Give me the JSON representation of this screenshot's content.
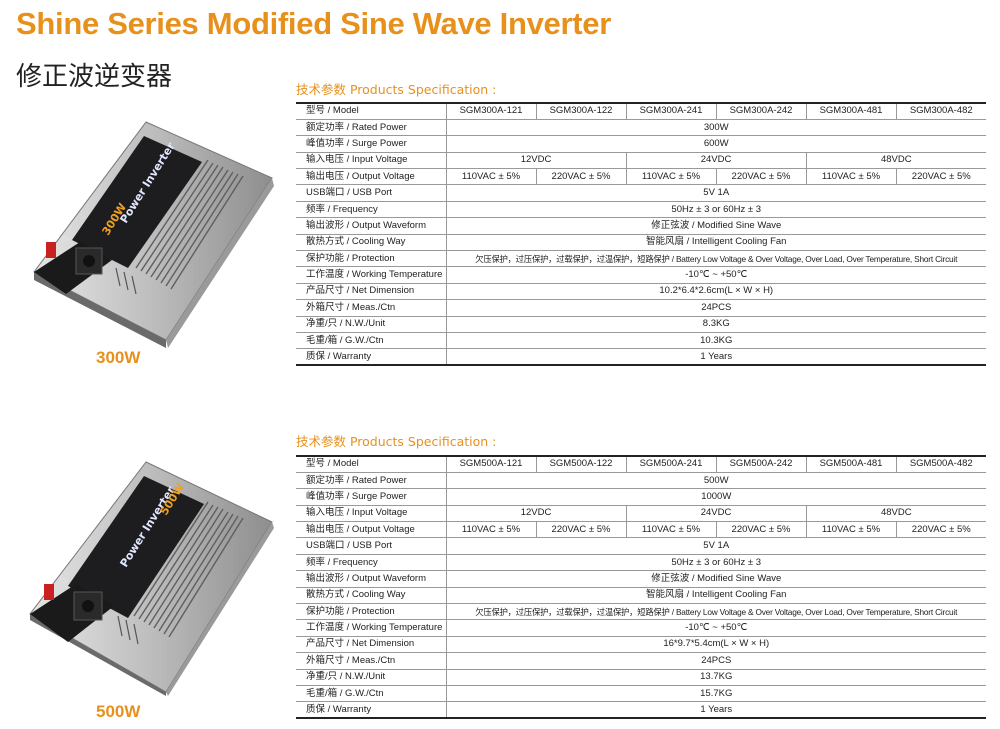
{
  "title": {
    "en": "Shine Series Modified Sine Wave Inverter",
    "cn": "修正波逆变器"
  },
  "colors": {
    "accent": "#e8901c",
    "text": "#222222",
    "rule": "#999999"
  },
  "products": [
    {
      "label": "300W",
      "image": {
        "panel_text": "Power Inverter",
        "rating_text": "300W"
      },
      "section_label": "技术参数 Products Specification :",
      "spec": {
        "model_label": "型号 / Model",
        "models": [
          "SGM300A-121",
          "SGM300A-122",
          "SGM300A-241",
          "SGM300A-242",
          "SGM300A-481",
          "SGM300A-482"
        ],
        "rated_power": {
          "label": "额定功率 / Rated Power",
          "value": "300W"
        },
        "surge_power": {
          "label": "峰值功率 / Surge Power",
          "value": "600W"
        },
        "input_voltage": {
          "label": "输入电压 / Input Voltage",
          "values": [
            "12VDC",
            "24VDC",
            "48VDC"
          ]
        },
        "output_voltage": {
          "label": "输出电压 / Output Voltage",
          "values": [
            "110VAC ± 5%",
            "220VAC ± 5%",
            "110VAC ± 5%",
            "220VAC ± 5%",
            "110VAC ± 5%",
            "220VAC ± 5%"
          ]
        },
        "usb_port": {
          "label": "USB端口 / USB Port",
          "value": "5V 1A"
        },
        "frequency": {
          "label": "频率 / Frequency",
          "value": "50Hz ± 3 or 60Hz ± 3"
        },
        "output_waveform": {
          "label": "输出波形 / Output Waveform",
          "value": "修正弦波 / Modified Sine Wave"
        },
        "cooling_way": {
          "label": "散热方式 / Cooling Way",
          "value": "智能风扇 / Intelligent Cooling Fan"
        },
        "protection": {
          "label": "保护功能 / Protection",
          "value": "欠压保护，过压保护，过载保护，过温保护，短路保护 / Battery Low Voltage & Over Voltage, Over Load, Over Temperature, Short Circuit"
        },
        "working_temperature": {
          "label": "工作温度 / Working Temperature",
          "value": "-10℃ ~ +50℃"
        },
        "dimension": {
          "label": "产品尺寸 / Net Dimension",
          "value": "10.2*6.4*2.6cm(L × W × H)"
        },
        "meas_ctn": {
          "label": "外箱尺寸 / Meas./Ctn",
          "value": "24PCS"
        },
        "nw_unit": {
          "label": "净重/只 / N.W./Unit",
          "value": "8.3KG"
        },
        "gw_ctn": {
          "label": "毛重/箱 / G.W./Ctn",
          "value": "10.3KG"
        },
        "warranty": {
          "label": "质保 / Warranty",
          "value": "1 Years"
        }
      }
    },
    {
      "label": "500W",
      "image": {
        "panel_text": "Power Inverter",
        "rating_text": "500W"
      },
      "section_label": "技术参数 Products Specification :",
      "spec": {
        "model_label": "型号 / Model",
        "models": [
          "SGM500A-121",
          "SGM500A-122",
          "SGM500A-241",
          "SGM500A-242",
          "SGM500A-481",
          "SGM500A-482"
        ],
        "rated_power": {
          "label": "额定功率 / Rated Power",
          "value": "500W"
        },
        "surge_power": {
          "label": "峰值功率 / Surge Power",
          "value": "1000W"
        },
        "input_voltage": {
          "label": "输入电压 / Input Voltage",
          "values": [
            "12VDC",
            "24VDC",
            "48VDC"
          ]
        },
        "output_voltage": {
          "label": "输出电压 / Output Voltage",
          "values": [
            "110VAC ± 5%",
            "220VAC ± 5%",
            "110VAC ± 5%",
            "220VAC ± 5%",
            "110VAC ± 5%",
            "220VAC ± 5%"
          ]
        },
        "usb_port": {
          "label": "USB端口 / USB Port",
          "value": "5V 1A"
        },
        "frequency": {
          "label": "频率 / Frequency",
          "value": "50Hz ± 3 or 60Hz ± 3"
        },
        "output_waveform": {
          "label": "输出波形 / Output Waveform",
          "value": "修正弦波 / Modified Sine Wave"
        },
        "cooling_way": {
          "label": "散热方式 / Cooling Way",
          "value": "智能风扇 / Intelligent Cooling Fan"
        },
        "protection": {
          "label": "保护功能 / Protection",
          "value": "欠压保护，过压保护，过载保护，过温保护，短路保护 / Battery Low Voltage & Over Voltage, Over Load, Over Temperature, Short Circuit"
        },
        "working_temperature": {
          "label": "工作温度 / Working Temperature",
          "value": "-10℃ ~ +50℃"
        },
        "dimension": {
          "label": "产品尺寸 / Net Dimension",
          "value": "16*9.7*5.4cm(L × W × H)"
        },
        "meas_ctn": {
          "label": "外箱尺寸 / Meas./Ctn",
          "value": "24PCS"
        },
        "nw_unit": {
          "label": "净重/只 / N.W./Unit",
          "value": "13.7KG"
        },
        "gw_ctn": {
          "label": "毛重/箱 / G.W./Ctn",
          "value": "15.7KG"
        },
        "warranty": {
          "label": "质保 / Warranty",
          "value": "1 Years"
        }
      }
    }
  ]
}
